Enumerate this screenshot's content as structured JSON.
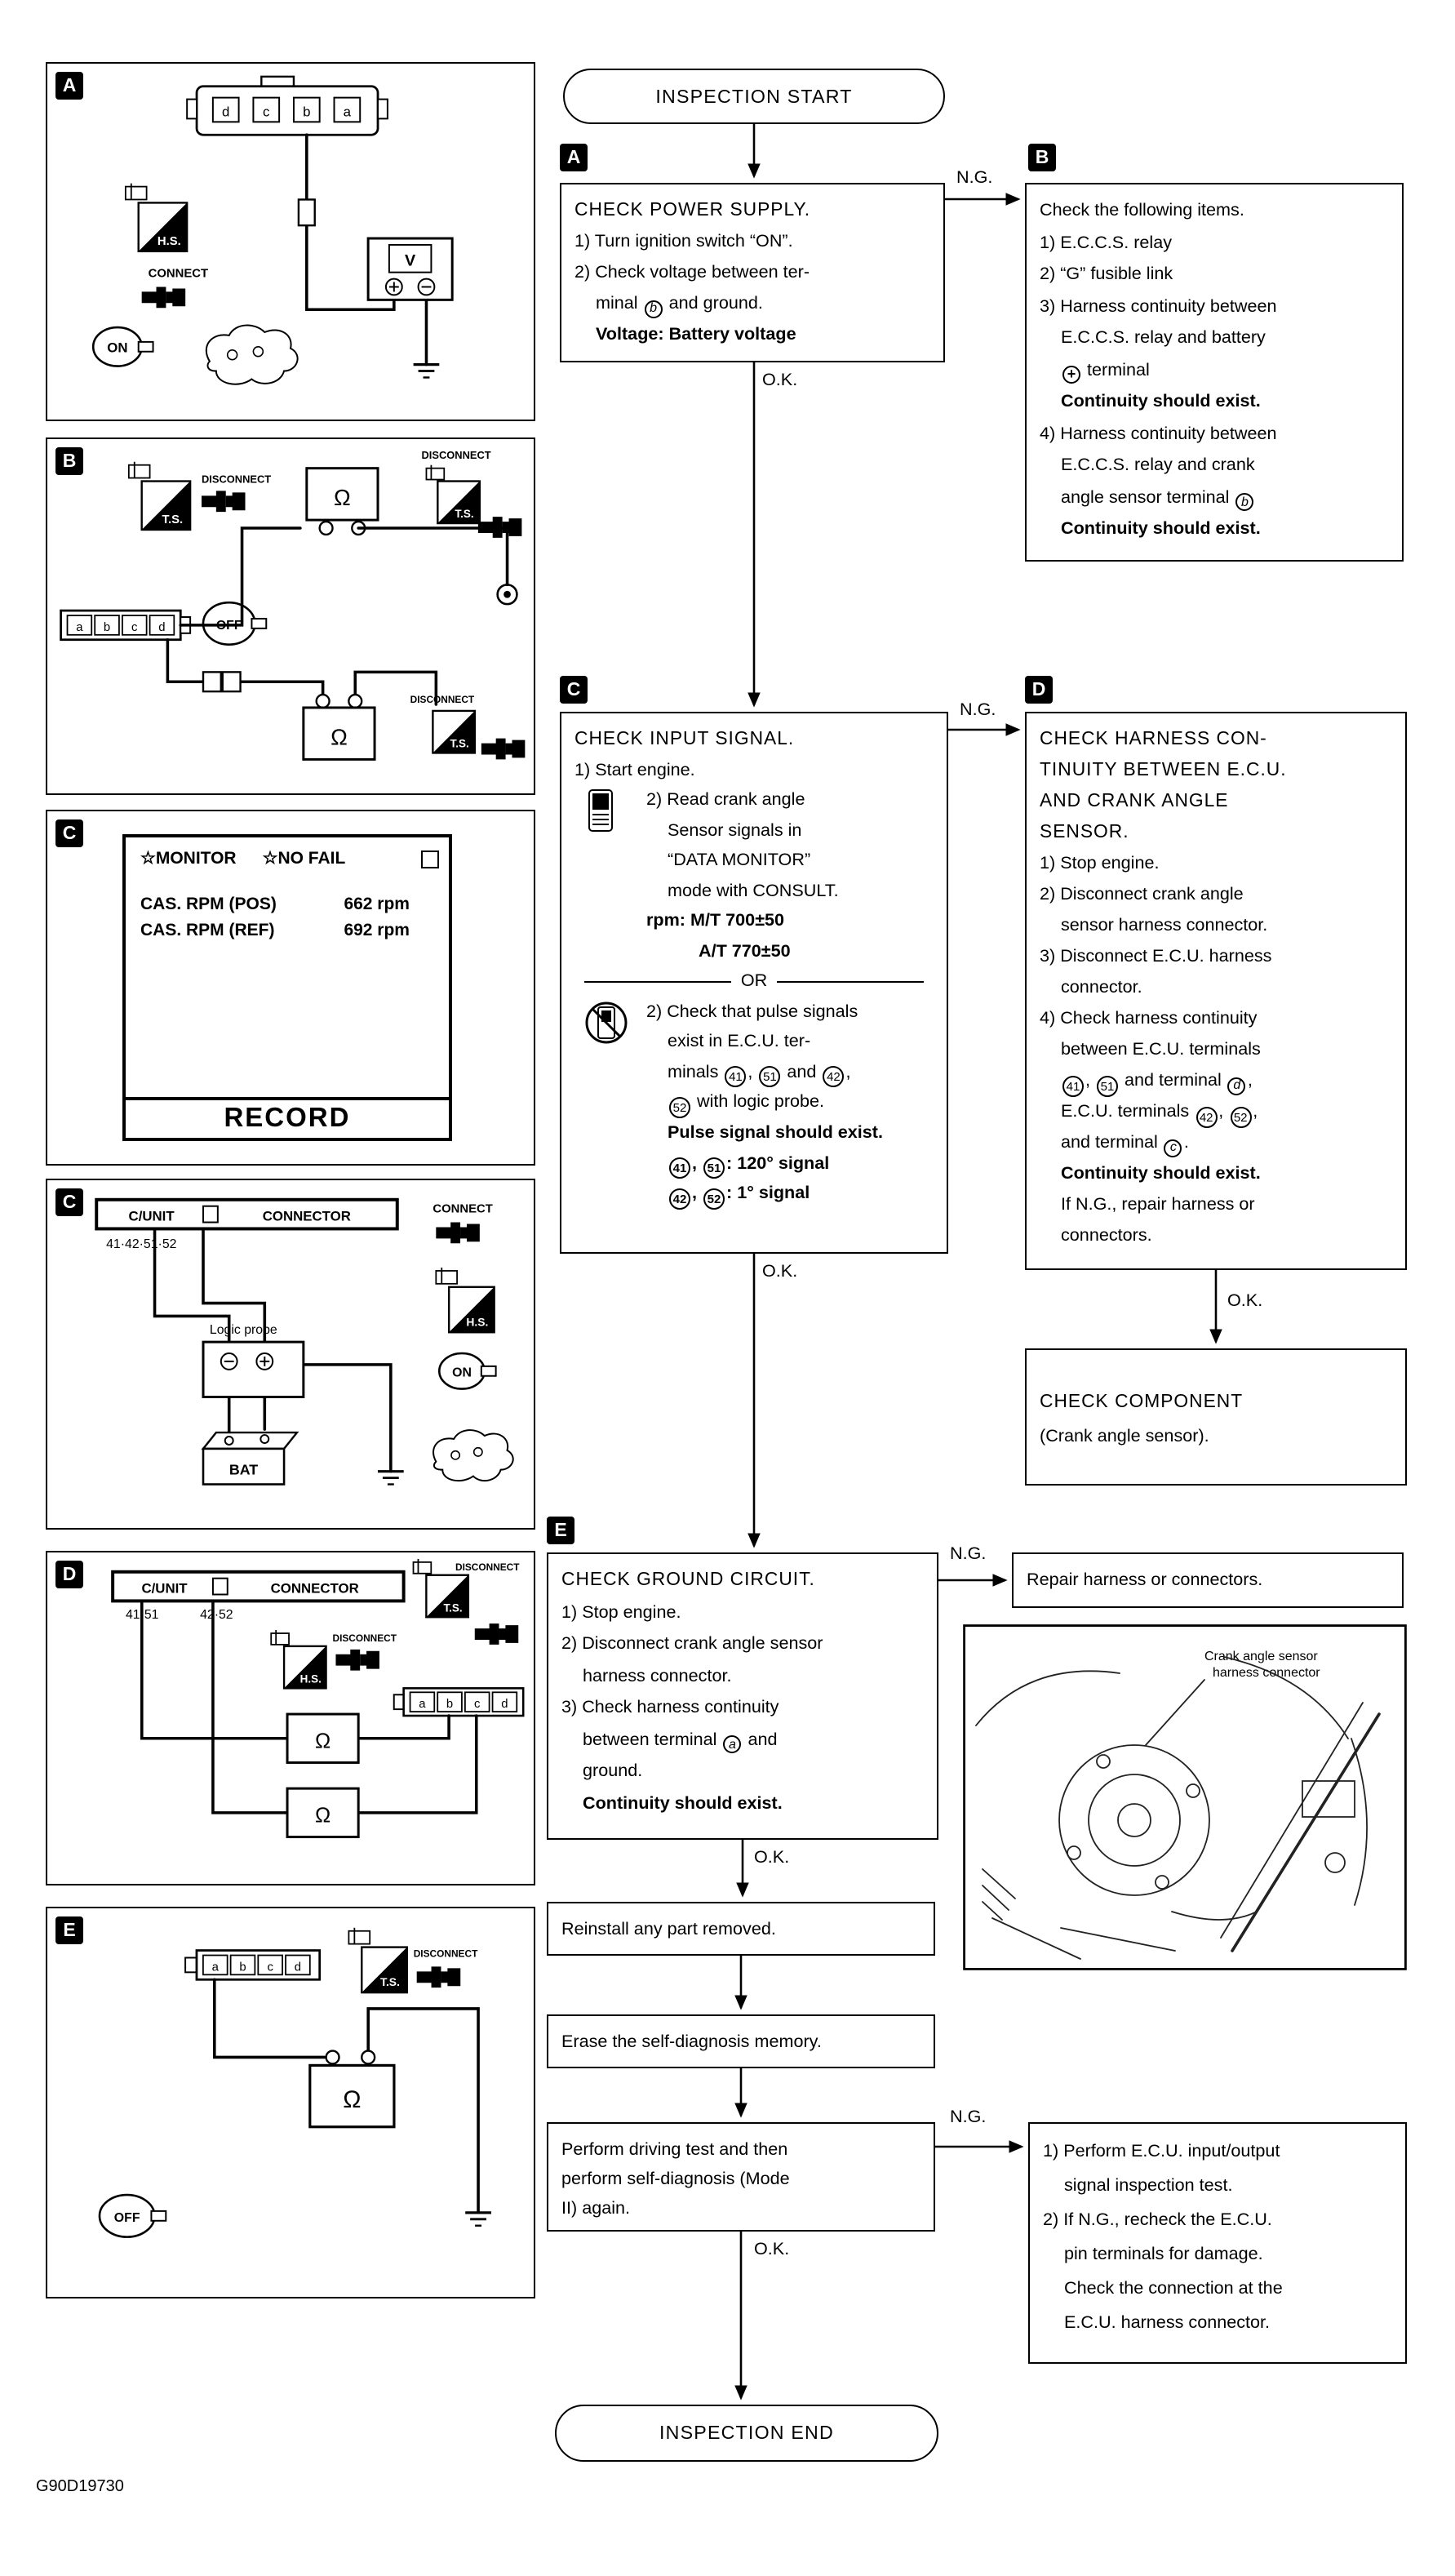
{
  "page": {
    "figure_code": "G90D19730"
  },
  "labels": {
    "ok": "O.K.",
    "ng": "N.G.",
    "or": "OR"
  },
  "flow": {
    "start": "INSPECTION START",
    "end": "INSPECTION END",
    "photo_label": [
      "Crank angle sensor",
      "harness connector"
    ],
    "boxes": {
      "power": {
        "tag": "A",
        "title_lines": [
          "CHECK POWER SUPPLY."
        ],
        "lines": [
          {
            "segs": [
              {
                "k": "t",
                "v": "1) Turn ignition switch “ON”."
              }
            ]
          },
          {
            "segs": [
              {
                "k": "t",
                "v": "2) Check voltage between ter-"
              }
            ]
          },
          {
            "ind": 1,
            "segs": [
              {
                "k": "t",
                "v": "minal "
              },
              {
                "k": "clet",
                "v": "b"
              },
              {
                "k": "t",
                "v": " and ground."
              }
            ]
          },
          {
            "ind": 1,
            "bold": true,
            "segs": [
              {
                "k": "t",
                "v": "Voltage:  Battery voltage"
              }
            ]
          }
        ]
      },
      "power_ng": {
        "tag": "B",
        "lines": [
          {
            "segs": [
              {
                "k": "t",
                "v": "Check the following items."
              }
            ]
          },
          {
            "segs": [
              {
                "k": "t",
                "v": "1) E.C.C.S. relay"
              }
            ]
          },
          {
            "segs": [
              {
                "k": "t",
                "v": "2) “G” fusible link"
              }
            ]
          },
          {
            "segs": [
              {
                "k": "t",
                "v": "3) Harness continuity between"
              }
            ]
          },
          {
            "ind": 1,
            "segs": [
              {
                "k": "t",
                "v": "E.C.C.S. relay and battery"
              }
            ]
          },
          {
            "ind": 1,
            "segs": [
              {
                "k": "cplus",
                "v": "+"
              },
              {
                "k": "t",
                "v": " terminal"
              }
            ]
          },
          {
            "ind": 1,
            "bold": true,
            "segs": [
              {
                "k": "t",
                "v": "Continuity should exist."
              }
            ]
          },
          {
            "segs": [
              {
                "k": "t",
                "v": "4) Harness continuity between"
              }
            ]
          },
          {
            "ind": 1,
            "segs": [
              {
                "k": "t",
                "v": "E.C.C.S. relay and crank"
              }
            ]
          },
          {
            "ind": 1,
            "segs": [
              {
                "k": "t",
                "v": "angle sensor terminal "
              },
              {
                "k": "clet",
                "v": "b"
              }
            ]
          },
          {
            "ind": 1,
            "bold": true,
            "segs": [
              {
                "k": "t",
                "v": "Continuity should exist."
              }
            ]
          }
        ]
      },
      "input": {
        "tag": "C",
        "title_lines": [
          "CHECK INPUT SIGNAL."
        ],
        "lines": [
          {
            "segs": [
              {
                "k": "t",
                "v": "1) Start engine."
              }
            ]
          },
          {
            "ind": 2,
            "icon": "consult",
            "segs": [
              {
                "k": "t",
                "v": "2) Read crank angle"
              }
            ]
          },
          {
            "ind": 3,
            "segs": [
              {
                "k": "t",
                "v": "Sensor signals in"
              }
            ]
          },
          {
            "ind": 3,
            "segs": [
              {
                "k": "t",
                "v": "“DATA MONITOR”"
              }
            ]
          },
          {
            "ind": 3,
            "segs": [
              {
                "k": "t",
                "v": "mode with CONSULT."
              }
            ]
          },
          {
            "ind": 2,
            "bold": true,
            "segs": [
              {
                "k": "t",
                "v": "rpm:  M/T 700±50"
              }
            ]
          },
          {
            "ind": 4,
            "bold": true,
            "segs": [
              {
                "k": "t",
                "v": "A/T 770±50"
              }
            ]
          },
          {
            "or": true
          },
          {
            "ind": 2,
            "icon": "noconsult",
            "segs": [
              {
                "k": "t",
                "v": "2) Check that pulse signals"
              }
            ]
          },
          {
            "ind": 3,
            "segs": [
              {
                "k": "t",
                "v": "exist in E.C.U. ter-"
              }
            ]
          },
          {
            "ind": 3,
            "segs": [
              {
                "k": "t",
                "v": "minals "
              },
              {
                "k": "cnum",
                "v": "41"
              },
              {
                "k": "t",
                "v": ", "
              },
              {
                "k": "cnum",
                "v": "51"
              },
              {
                "k": "t",
                "v": " and "
              },
              {
                "k": "cnum",
                "v": "42"
              },
              {
                "k": "t",
                "v": ","
              }
            ]
          },
          {
            "ind": 3,
            "segs": [
              {
                "k": "cnum",
                "v": "52"
              },
              {
                "k": "t",
                "v": " with logic probe."
              }
            ]
          },
          {
            "ind": 3,
            "bold": true,
            "segs": [
              {
                "k": "t",
                "v": "Pulse signal should exist."
              }
            ]
          },
          {
            "ind": 3,
            "bold": true,
            "segs": [
              {
                "k": "cnum",
                "v": "41"
              },
              {
                "k": "t",
                "v": ", "
              },
              {
                "k": "cnum",
                "v": "51"
              },
              {
                "k": "t",
                "v": ":  120° signal"
              }
            ]
          },
          {
            "ind": 3,
            "bold": true,
            "segs": [
              {
                "k": "cnum",
                "v": "42"
              },
              {
                "k": "t",
                "v": ", "
              },
              {
                "k": "cnum",
                "v": "52"
              },
              {
                "k": "t",
                "v": ":  1° signal"
              }
            ]
          }
        ]
      },
      "harness": {
        "tag": "D",
        "title_lines": [
          "CHECK HARNESS CON-",
          "TINUITY BETWEEN E.C.U.",
          "AND CRANK ANGLE",
          "SENSOR."
        ],
        "lines": [
          {
            "segs": [
              {
                "k": "t",
                "v": "1) Stop engine."
              }
            ]
          },
          {
            "segs": [
              {
                "k": "t",
                "v": "2) Disconnect crank angle"
              }
            ]
          },
          {
            "ind": 1,
            "segs": [
              {
                "k": "t",
                "v": "sensor harness connector."
              }
            ]
          },
          {
            "segs": [
              {
                "k": "t",
                "v": "3) Disconnect E.C.U. harness"
              }
            ]
          },
          {
            "ind": 1,
            "segs": [
              {
                "k": "t",
                "v": "connector."
              }
            ]
          },
          {
            "segs": [
              {
                "k": "t",
                "v": "4) Check harness continuity"
              }
            ]
          },
          {
            "ind": 1,
            "segs": [
              {
                "k": "t",
                "v": "between E.C.U. terminals"
              }
            ]
          },
          {
            "ind": 1,
            "segs": [
              {
                "k": "cnum",
                "v": "41"
              },
              {
                "k": "t",
                "v": ", "
              },
              {
                "k": "cnum",
                "v": "51"
              },
              {
                "k": "t",
                "v": " and terminal "
              },
              {
                "k": "clet",
                "v": "d"
              },
              {
                "k": "t",
                "v": ","
              }
            ]
          },
          {
            "ind": 1,
            "segs": [
              {
                "k": "t",
                "v": "E.C.U. terminals "
              },
              {
                "k": "cnum",
                "v": "42"
              },
              {
                "k": "t",
                "v": ", "
              },
              {
                "k": "cnum",
                "v": "52"
              },
              {
                "k": "t",
                "v": ","
              }
            ]
          },
          {
            "ind": 1,
            "segs": [
              {
                "k": "t",
                "v": "and terminal "
              },
              {
                "k": "clet",
                "v": "c"
              },
              {
                "k": "t",
                "v": "."
              }
            ]
          },
          {
            "ind": 1,
            "bold": true,
            "segs": [
              {
                "k": "t",
                "v": "Continuity should exist."
              }
            ]
          },
          {
            "ind": 1,
            "segs": [
              {
                "k": "t",
                "v": "If N.G., repair harness or"
              }
            ]
          },
          {
            "ind": 1,
            "segs": [
              {
                "k": "t",
                "v": "connectors."
              }
            ]
          }
        ]
      },
      "component": {
        "title_lines": [
          "CHECK COMPONENT"
        ],
        "lines": [
          {
            "segs": [
              {
                "k": "t",
                "v": "(Crank angle sensor)."
              }
            ]
          }
        ]
      },
      "ground": {
        "tag": "E",
        "title_lines": [
          "CHECK GROUND CIRCUIT."
        ],
        "lines": [
          {
            "segs": [
              {
                "k": "t",
                "v": "1) Stop engine."
              }
            ]
          },
          {
            "segs": [
              {
                "k": "t",
                "v": "2) Disconnect crank angle sensor"
              }
            ]
          },
          {
            "ind": 1,
            "segs": [
              {
                "k": "t",
                "v": "harness connector."
              }
            ]
          },
          {
            "segs": [
              {
                "k": "t",
                "v": "3) Check harness continuity"
              }
            ]
          },
          {
            "ind": 1,
            "segs": [
              {
                "k": "t",
                "v": "between terminal "
              },
              {
                "k": "clet",
                "v": "a"
              },
              {
                "k": "t",
                "v": " and"
              }
            ]
          },
          {
            "ind": 1,
            "segs": [
              {
                "k": "t",
                "v": "ground."
              }
            ]
          },
          {
            "ind": 1,
            "bold": true,
            "segs": [
              {
                "k": "t",
                "v": "Continuity should exist."
              }
            ]
          }
        ]
      },
      "repair": {
        "text": "Repair harness or connectors."
      },
      "reinstall": {
        "text": "Reinstall any part removed."
      },
      "erase": {
        "text": "Erase the self-diagnosis memory."
      },
      "driving": {
        "lines": [
          {
            "segs": [
              {
                "k": "t",
                "v": "Perform driving test and then"
              }
            ]
          },
          {
            "segs": [
              {
                "k": "t",
                "v": "perform self-diagnosis (Mode"
              }
            ]
          },
          {
            "segs": [
              {
                "k": "t",
                "v": "II) again."
              }
            ]
          }
        ]
      },
      "ecu_ng": {
        "lines": [
          {
            "segs": [
              {
                "k": "t",
                "v": "1) Perform E.C.U. input/output"
              }
            ]
          },
          {
            "ind": 1,
            "segs": [
              {
                "k": "t",
                "v": "signal inspection test."
              }
            ]
          },
          {
            "segs": [
              {
                "k": "t",
                "v": "2) If N.G., recheck the E.C.U."
              }
            ]
          },
          {
            "ind": 1,
            "segs": [
              {
                "k": "t",
                "v": "pin terminals for damage."
              }
            ]
          },
          {
            "ind": 1,
            "segs": [
              {
                "k": "t",
                "v": "Check the connection at the"
              }
            ]
          },
          {
            "ind": 1,
            "segs": [
              {
                "k": "t",
                "v": "E.C.U. harness connector."
              }
            ]
          }
        ]
      }
    }
  },
  "panels": {
    "a": {
      "tag": "A",
      "pins": [
        "d",
        "c",
        "b",
        "a"
      ],
      "hs": "H.S.",
      "connect": "CONNECT",
      "meter": "V",
      "ignition": "ON"
    },
    "b": {
      "tag": "B",
      "ts": "T.S.",
      "disconnect": "DISCONNECT",
      "ohm": "Ω",
      "pins": [
        "a",
        "b",
        "c",
        "d"
      ],
      "ignition": "OFF"
    },
    "c_monitor": {
      "tag": "C",
      "monitor": "☆MONITOR",
      "no_fail": "☆NO FAIL",
      "rows": [
        {
          "label": "CAS. RPM (POS)",
          "value": "662 rpm"
        },
        {
          "label": "CAS. RPM (REF)",
          "value": "692 rpm"
        }
      ],
      "record": "RECORD"
    },
    "c_probe": {
      "tag": "C",
      "cunit": "C/UNIT",
      "connector": "CONNECTOR",
      "terminals": "41·42·51·52",
      "probe_label": "Logic probe",
      "connect": "CONNECT",
      "hs": "H.S.",
      "ignition": "ON",
      "battery": "BAT"
    },
    "d": {
      "tag": "D",
      "cunit": "C/UNIT",
      "connector": "CONNECTOR",
      "terminals_left": "41·51",
      "terminals_right": "42·52",
      "ts": "T.S.",
      "hs": "H.S.",
      "disconnect": "DISCONNECT",
      "pins": [
        "a",
        "b",
        "c",
        "d"
      ],
      "ohm": "Ω"
    },
    "e": {
      "tag": "E",
      "pins": [
        "a",
        "b",
        "c",
        "d"
      ],
      "ts": "T.S.",
      "disconnect": "DISCONNECT",
      "ohm": "Ω",
      "ignition": "OFF"
    }
  }
}
